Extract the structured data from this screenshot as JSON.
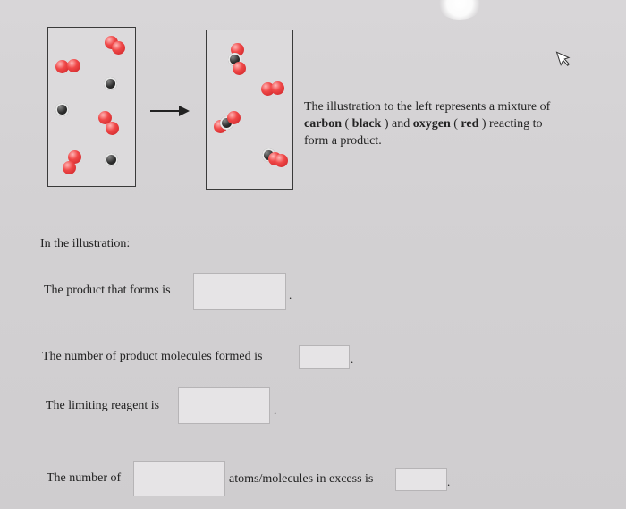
{
  "description": {
    "part1": "The illustration to the left represents a mixture of",
    "carbon": "carbon",
    "open1": " ( ",
    "black": "black",
    "close1": " ) and ",
    "oxygen": "oxygen",
    "open2": " ( ",
    "red": "red",
    "close2": " ) reacting to",
    "part3": "form a product."
  },
  "intro": "In the illustration:",
  "questions": {
    "product_label": "The product that forms is",
    "count_label": "The number of product molecules formed is",
    "limiting_label": "The limiting reagent is",
    "excess_prefix": "The number of",
    "excess_middle": "atoms/molecules in excess is"
  },
  "colors": {
    "carbon": "#1a1a1a",
    "oxygen": "#e83a3c"
  }
}
